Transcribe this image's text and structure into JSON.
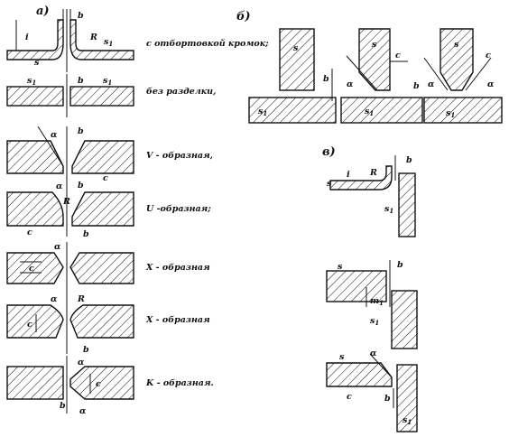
{
  "captions": {
    "a": "а)",
    "b": "б)",
    "v": "в)"
  },
  "joint_types": [
    {
      "label": "с отбортовкой кромок;"
    },
    {
      "label": "без разделки,"
    },
    {
      "label": "V - образная,"
    },
    {
      "label": "U -образная;"
    },
    {
      "label": "X - образная"
    },
    {
      "label": "X - образная"
    },
    {
      "label": "K - образная."
    }
  ],
  "dimensions": {
    "b": "b",
    "s": "s",
    "s1": "s",
    "sub1": "1",
    "i": "i",
    "R": "R",
    "c": "c",
    "alpha": "α",
    "m": "m"
  },
  "colors": {
    "ink": "#111111",
    "paper": "#ffffff"
  }
}
